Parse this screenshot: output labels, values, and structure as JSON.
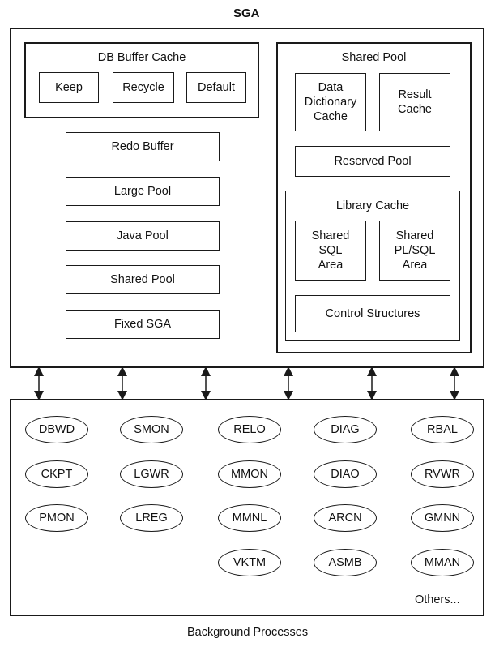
{
  "sga_title": "SGA",
  "db_buffer_cache": {
    "title": "DB Buffer Cache",
    "items": [
      "Keep",
      "Recycle",
      "Default"
    ]
  },
  "left_pools": [
    "Redo Buffer",
    "Large Pool",
    "Java Pool",
    "Shared Pool",
    "Fixed SGA"
  ],
  "shared_pool": {
    "title": "Shared Pool",
    "data_dictionary_cache": "Data\nDictionary\nCache",
    "result_cache": "Result\nCache",
    "reserved_pool": "Reserved Pool",
    "library_cache": {
      "title": "Library Cache",
      "shared_sql_area": "Shared\nSQL\nArea",
      "shared_plsql_area": "Shared\nPL/SQL\nArea",
      "control_structures": "Control Structures"
    }
  },
  "background_processes": {
    "label": "Background Processes",
    "col1": [
      "DBWD",
      "CKPT",
      "PMON"
    ],
    "col2": [
      "SMON",
      "LGWR",
      "LREG"
    ],
    "col3": [
      "RELO",
      "MMON",
      "MMNL",
      "VKTM"
    ],
    "col4": [
      "DIAG",
      "DIAO",
      "ARCN",
      "ASMB"
    ],
    "col5": [
      "RBAL",
      "RVWR",
      "GMNN",
      "MMAN"
    ],
    "others": "Others..."
  }
}
